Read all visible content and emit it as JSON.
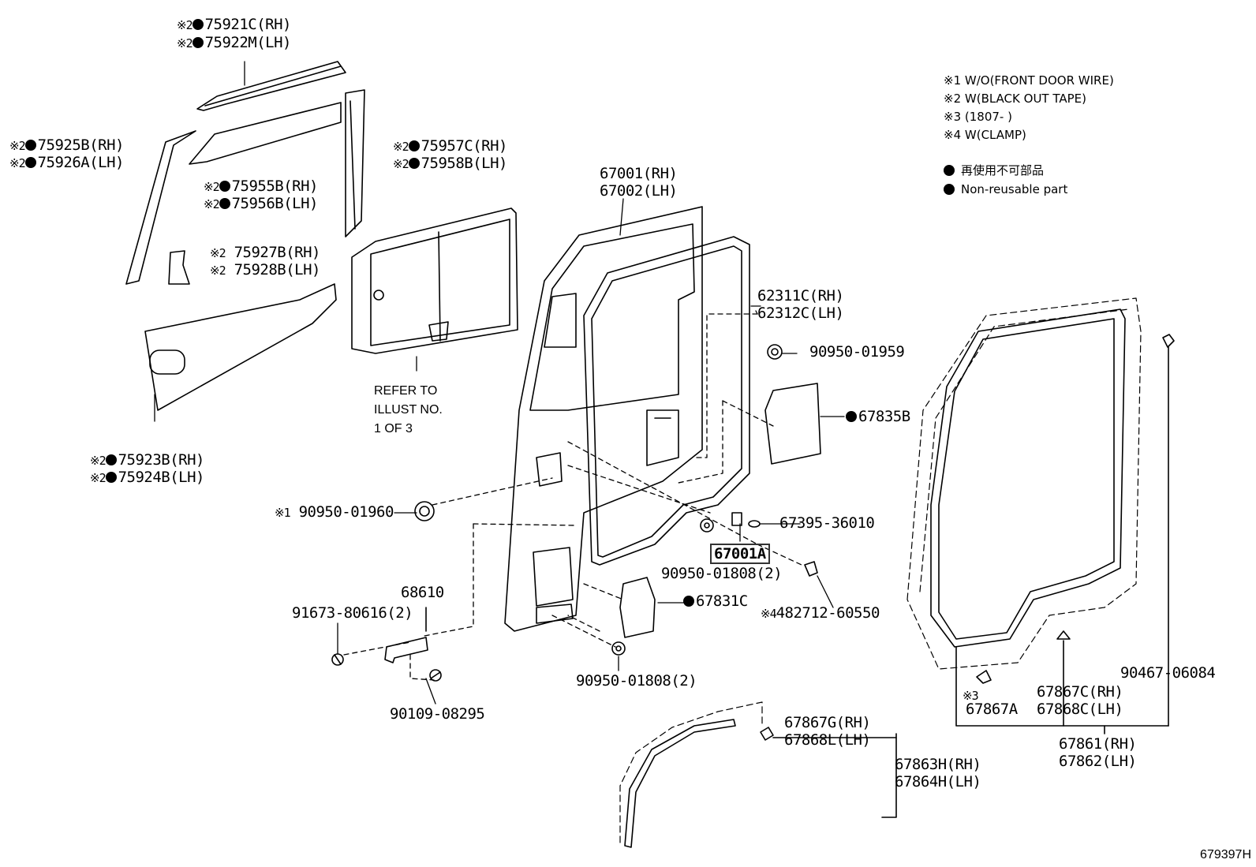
{
  "notes": {
    "n1": "※1 W/O(FRONT DOOR WIRE)",
    "n2": "※2 W(BLACK OUT TAPE)",
    "n3": "※3 (1807-      )",
    "n4": "※4 W(CLAMP)",
    "legend_jp": "再使用不可部品",
    "legend_en": "Non-reusable part"
  },
  "refer": {
    "l1": "REFER TO",
    "l2": "ILLUST NO.",
    "l3": "1 OF 3"
  },
  "figure_no": "679397H",
  "labels": {
    "p75921": "75921C(RH)",
    "p75922": "75922M(LH)",
    "p75925": "75925B(RH)",
    "p75926": "75926A(LH)",
    "p75955": "75955B(RH)",
    "p75956": "75956B(LH)",
    "p75957": "75957C(RH)",
    "p75958": "75958B(LH)",
    "p75927": "75927B(RH)",
    "p75928": "75928B(LH)",
    "p75923": "75923B(RH)",
    "p75924": "75924B(LH)",
    "p67001": "67001(RH)",
    "p67002": "67002(LH)",
    "p62311": "62311C(RH)",
    "p62312": "62312C(LH)",
    "p9095001959": "90950-01959",
    "p67835": "67835B",
    "p9095001960": "90950-01960",
    "p6739536010": "67395-36010",
    "p67001a": "67001A",
    "p9095001808a": "90950-01808(2)",
    "p48271260550": "482712-60550",
    "p68610": "68610",
    "p9167380616": "91673-80616(2)",
    "p67831": "67831C",
    "p9095001808b": "90950-01808(2)",
    "p9010908295": "90109-08295",
    "p9046706084": "90467-06084",
    "p67867a": "67867A",
    "p67867c": "67867C(RH)",
    "p67868c": "67868C(LH)",
    "p67861": "67861(RH)",
    "p67862": "67862(LH)",
    "p67867g": "67867G(RH)",
    "p67868l": "67868L(LH)",
    "p67863": "67863H(RH)",
    "p67864": "67864H(LH)"
  },
  "marks": {
    "m1": "※1",
    "m2": "※2",
    "m3": "※3",
    "m4": "※4"
  }
}
